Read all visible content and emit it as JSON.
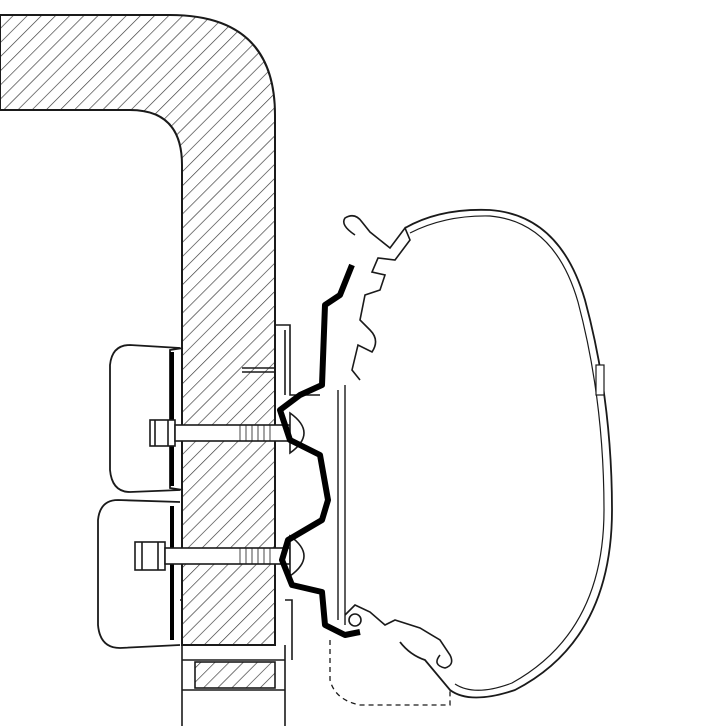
{
  "diagram": {
    "colors": {
      "background": "#ffffff",
      "line": "#1a1a1a",
      "bracket": "#000000",
      "hatch": "#333333"
    },
    "parts": [
      "vehicle-wall-section",
      "adapter-bracket",
      "awning-cassette",
      "mounting-plates",
      "bolts"
    ]
  }
}
